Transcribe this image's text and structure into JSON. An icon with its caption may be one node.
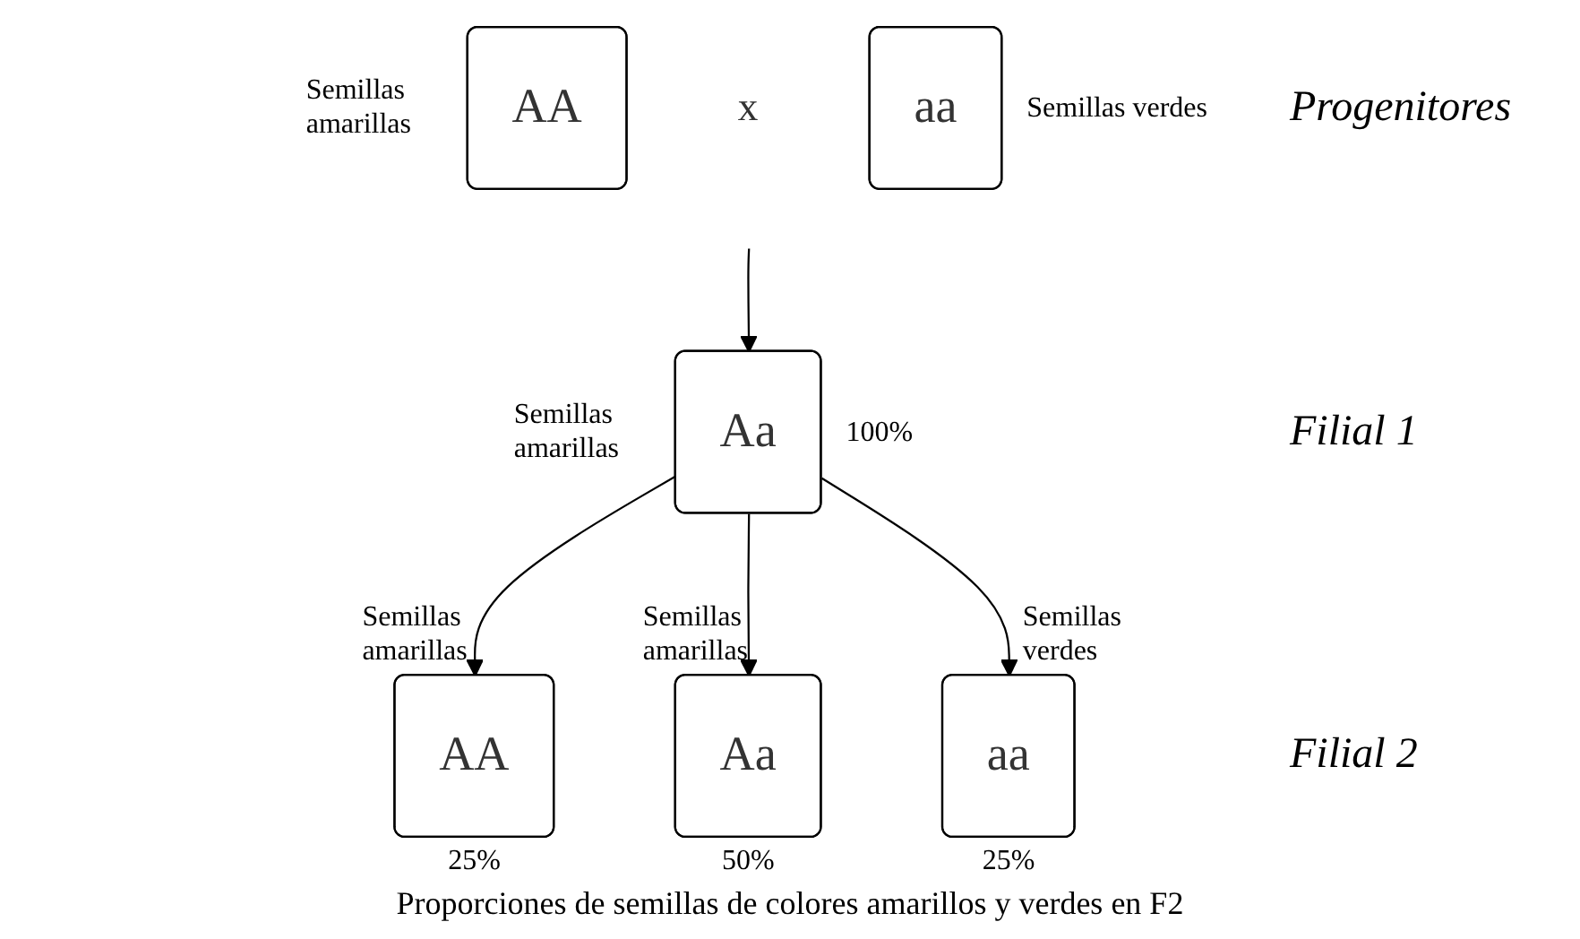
{
  "diagram": {
    "caption": "Proporciones de semillas de colores amarillos y verdes en F2",
    "nodes": [
      {
        "text": [
          "AA"
        ],
        "beside": [
          "Semillas amarillas"
        ]
      },
      {
        "text": [
          "x"
        ]
      },
      {
        "text": [
          "aa"
        ],
        "beside": [
          "Semillas verdes"
        ]
      },
      {
        "text": [
          "Aa"
        ],
        "beside": [
          "Semillas amarillas",
          "100%"
        ]
      },
      {
        "text": [
          "AA"
        ],
        "beside": [
          "Semillas amarillas",
          "25%"
        ]
      },
      {
        "text": [
          "Aa"
        ],
        "beside": [
          "Semillas amarillas",
          "50%"
        ]
      },
      {
        "text": [
          "aa"
        ],
        "beside": [
          "Semillas verdes",
          "25%"
        ]
      }
    ],
    "edges": [
      {
        "from": 1,
        "to": 3,
        "arrow": "to"
      },
      {
        "from": 3,
        "to": 4,
        "arrow": "to"
      },
      {
        "from": 3,
        "to": 5,
        "arrow": "to"
      },
      {
        "from": 3,
        "to": 6,
        "arrow": "to"
      }
    ],
    "labels": [
      "Progenitores",
      "Filial 1",
      "Filial 2"
    ]
  }
}
